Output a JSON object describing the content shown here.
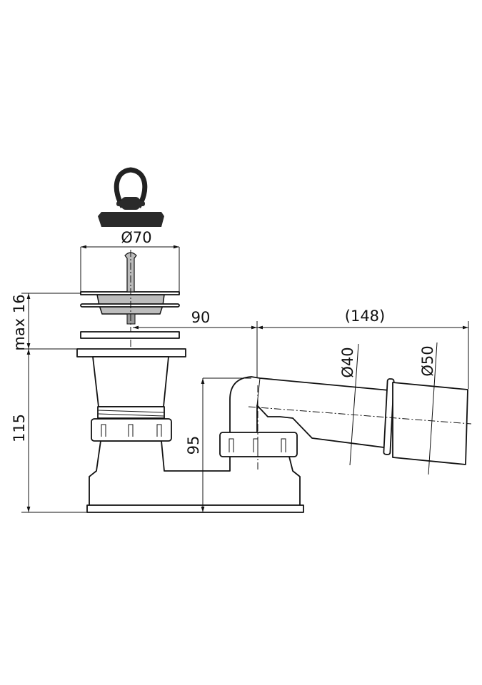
{
  "drawing": {
    "dimensions": {
      "plug_diameter": "Ø70",
      "flange_height": "max 16",
      "total_height": "115",
      "outlet_height": "95",
      "outlet_offset": "90",
      "outlet_length": "(148)",
      "outlet_inner_diameter": "Ø40",
      "outlet_outer_diameter": "Ø50"
    },
    "colors": {
      "line": "#111111",
      "plug": "#2a2a2a",
      "steel": "#bdbdbd"
    }
  }
}
